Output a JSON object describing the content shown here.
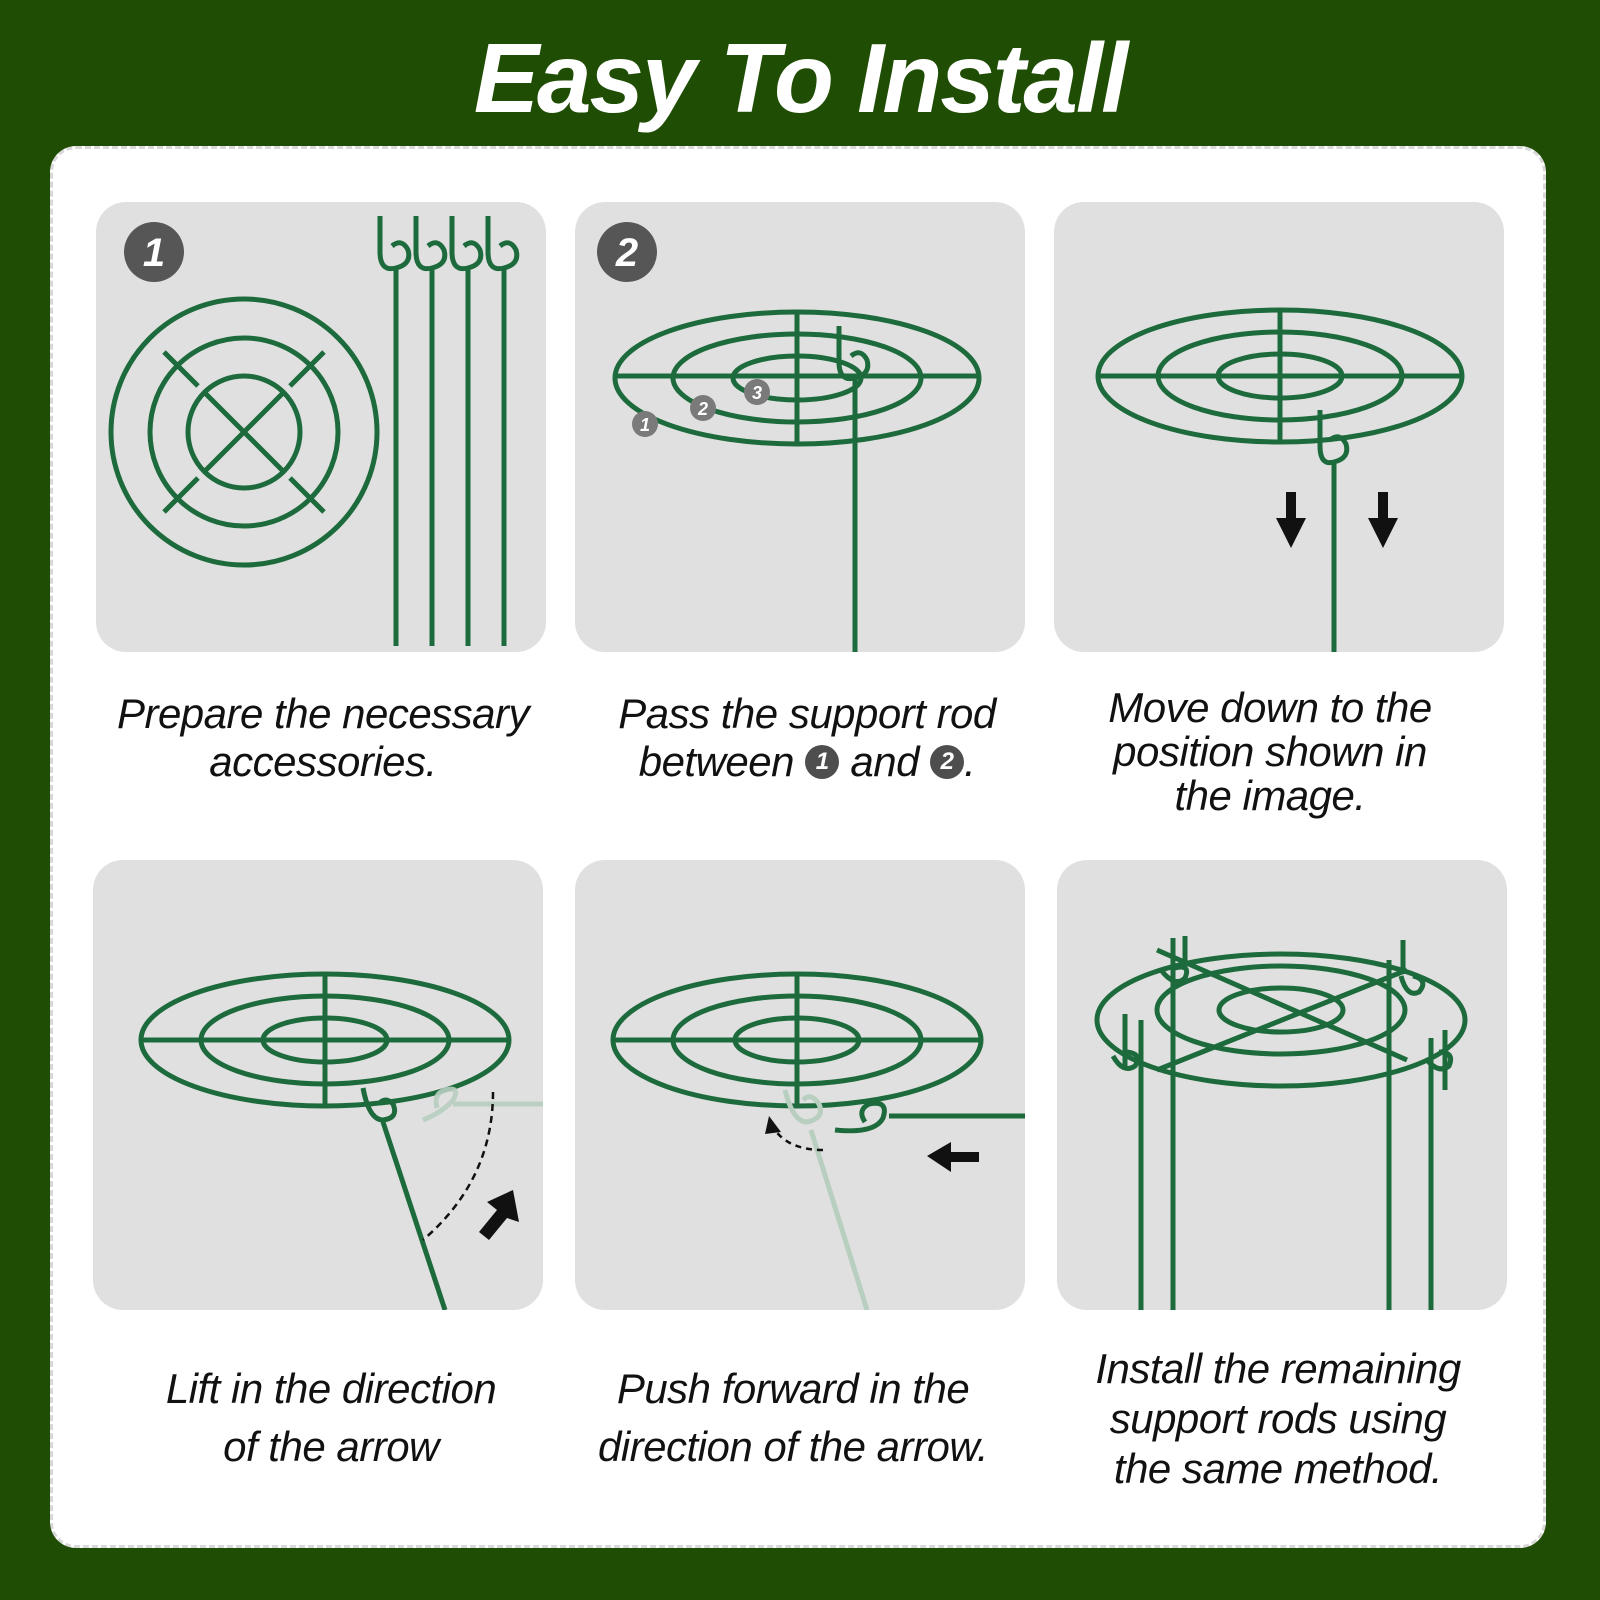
{
  "page": {
    "title": "Easy To Install",
    "background_color": "#1f4d04",
    "accent_color": "#1d6b3c"
  },
  "steps": [
    {
      "badge": "1",
      "caption_lines": [
        "Prepare the necessary",
        "accessories."
      ]
    },
    {
      "badge": "2",
      "ring_labels": [
        "1",
        "2",
        "3"
      ],
      "caption_pre": "Pass the support rod",
      "caption_between": "between",
      "caption_num_a": "1",
      "caption_and": "and",
      "caption_num_b": "2",
      "caption_end": "."
    },
    {
      "caption_lines": [
        "Move down to the",
        "position shown in",
        "the image."
      ]
    },
    {
      "caption_lines": [
        "Lift in the direction",
        "of the arrow"
      ]
    },
    {
      "caption_lines": [
        "Push forward in the",
        "direction of the arrow."
      ]
    },
    {
      "caption_lines": [
        "Install the remaining",
        "support rods using",
        "the same method."
      ]
    }
  ]
}
